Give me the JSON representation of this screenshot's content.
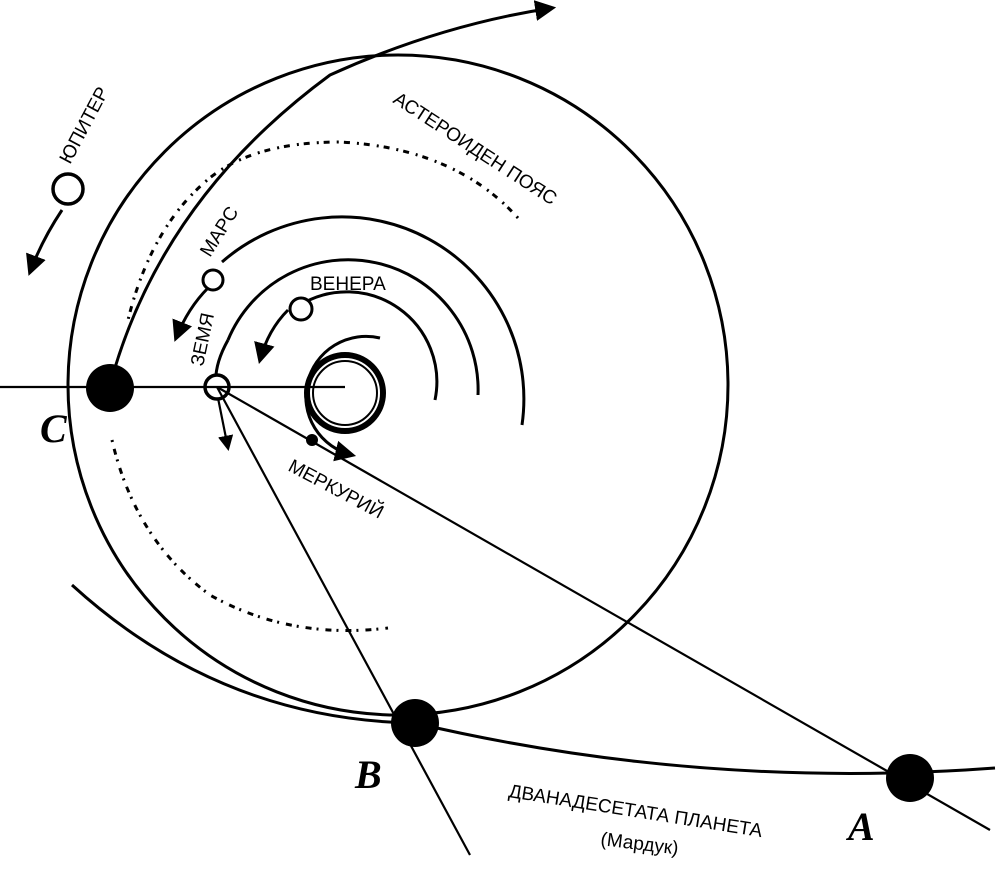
{
  "labels": {
    "jupiter": "ЮПИТЕР",
    "asteroid_belt": "АСТЕРОИДЕН ПОЯС",
    "mars": "МАРС",
    "venus": "ВЕНЕРА",
    "earth": "ЗЕМЯ",
    "mercury": "МЕРКУРИЙ",
    "twelfth_planet": "ДВАНАДЕСЕТАТА ПЛАНЕТА",
    "marduk": "(Мардук)",
    "point_a": "A",
    "point_b": "B",
    "point_c": "C"
  }
}
